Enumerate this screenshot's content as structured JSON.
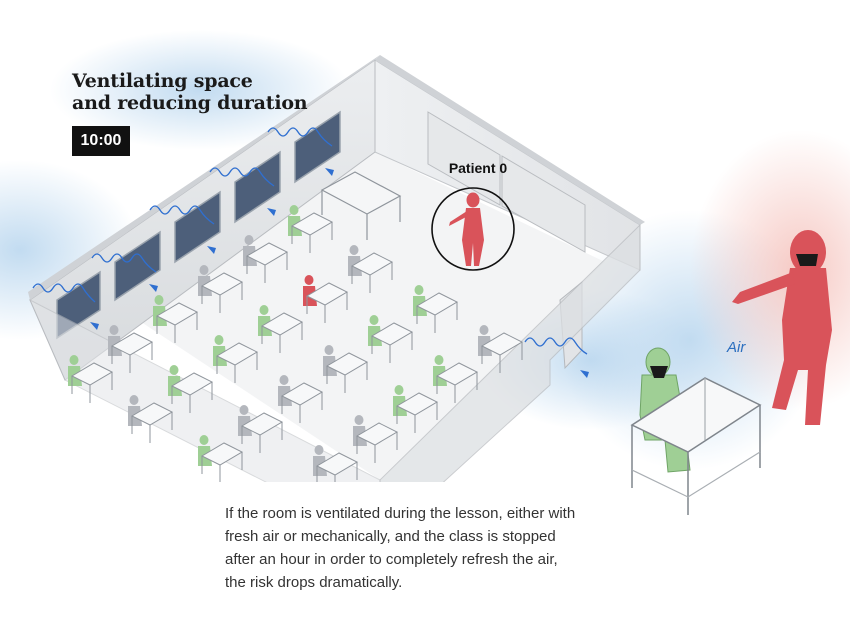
{
  "title": "Ventilating space\nand reducing duration",
  "timer": "10:00",
  "patient_label": "Patient 0",
  "air_label": "Air",
  "caption": "If the room is ventilated during the lesson, either with\nfresh air or mechanically, and the class is stopped\nafter an hour in order to completely refresh the air,\nthe risk drops dramatically.",
  "colors": {
    "infected": "#d9535a",
    "mask": "#1a1a1a",
    "student_healthy": "#9fcf95",
    "student_neutral": "#b4b7bd",
    "airflow": "#2f6fd0",
    "wall": "#dfe1e4",
    "floor": "#f3f4f5",
    "air_glow": "#b7d5ee",
    "infected_glow": "#f5c3bd"
  },
  "icons": {
    "airflow": "airflow-arrow-icon",
    "patient_marker": "circle-marker-icon"
  }
}
